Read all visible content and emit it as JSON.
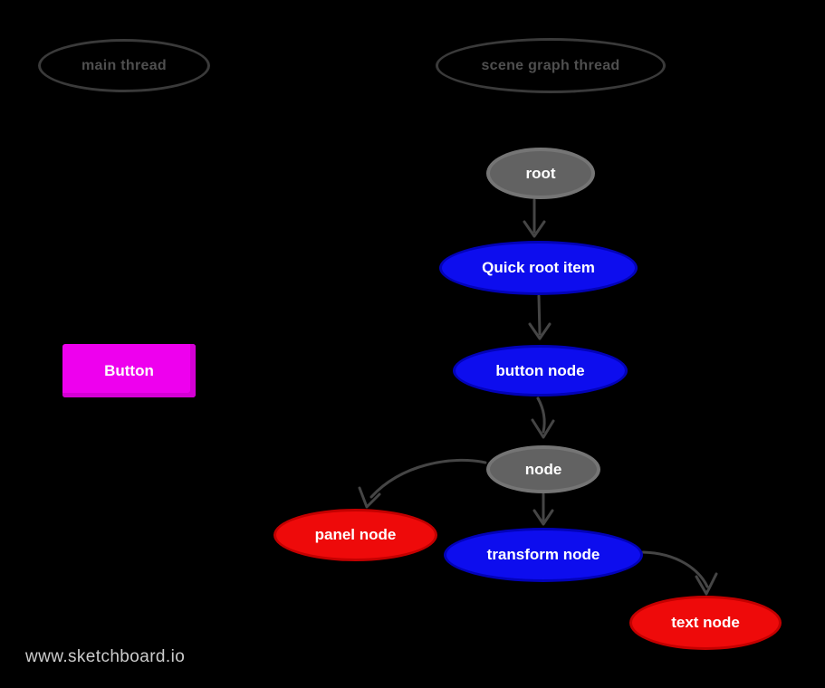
{
  "colors": {
    "background": "#000000",
    "edge": "#454545",
    "lane_outline": "#3a3a3a",
    "lane_text": "#4f4f4f",
    "node_text": "#ffffff",
    "node_gray": "#626262",
    "node_gray_border": "#757575",
    "node_blue": "#0d0dee",
    "node_blue_border": "#0202b8",
    "node_red": "#ee0a0a",
    "node_red_border": "#c40000",
    "button_magenta": "#ee00ee",
    "button_magenta_shade": "#d400d4",
    "watermark_text": "#cccccc"
  },
  "lanes": [
    {
      "id": "main-thread",
      "label": "main thread"
    },
    {
      "id": "scene-graph-thread",
      "label": "scene graph thread"
    }
  ],
  "shapes": {
    "button": {
      "label": "Button",
      "type": "rectangle",
      "color": "magenta"
    }
  },
  "nodes": [
    {
      "id": "root",
      "label": "root",
      "color": "gray"
    },
    {
      "id": "quick-root-item",
      "label": "Quick root item",
      "color": "blue"
    },
    {
      "id": "button-node",
      "label": "button node",
      "color": "blue"
    },
    {
      "id": "node",
      "label": "node",
      "color": "gray"
    },
    {
      "id": "panel-node",
      "label": "panel node",
      "color": "red"
    },
    {
      "id": "transform-node",
      "label": "transform node",
      "color": "blue"
    },
    {
      "id": "text-node",
      "label": "text node",
      "color": "red"
    }
  ],
  "edges": [
    {
      "from": "root",
      "to": "quick-root-item"
    },
    {
      "from": "quick-root-item",
      "to": "button-node"
    },
    {
      "from": "button-node",
      "to": "node"
    },
    {
      "from": "node",
      "to": "panel-node"
    },
    {
      "from": "node",
      "to": "transform-node"
    },
    {
      "from": "transform-node",
      "to": "text-node"
    }
  ],
  "watermark": "www.sketchboard.io"
}
